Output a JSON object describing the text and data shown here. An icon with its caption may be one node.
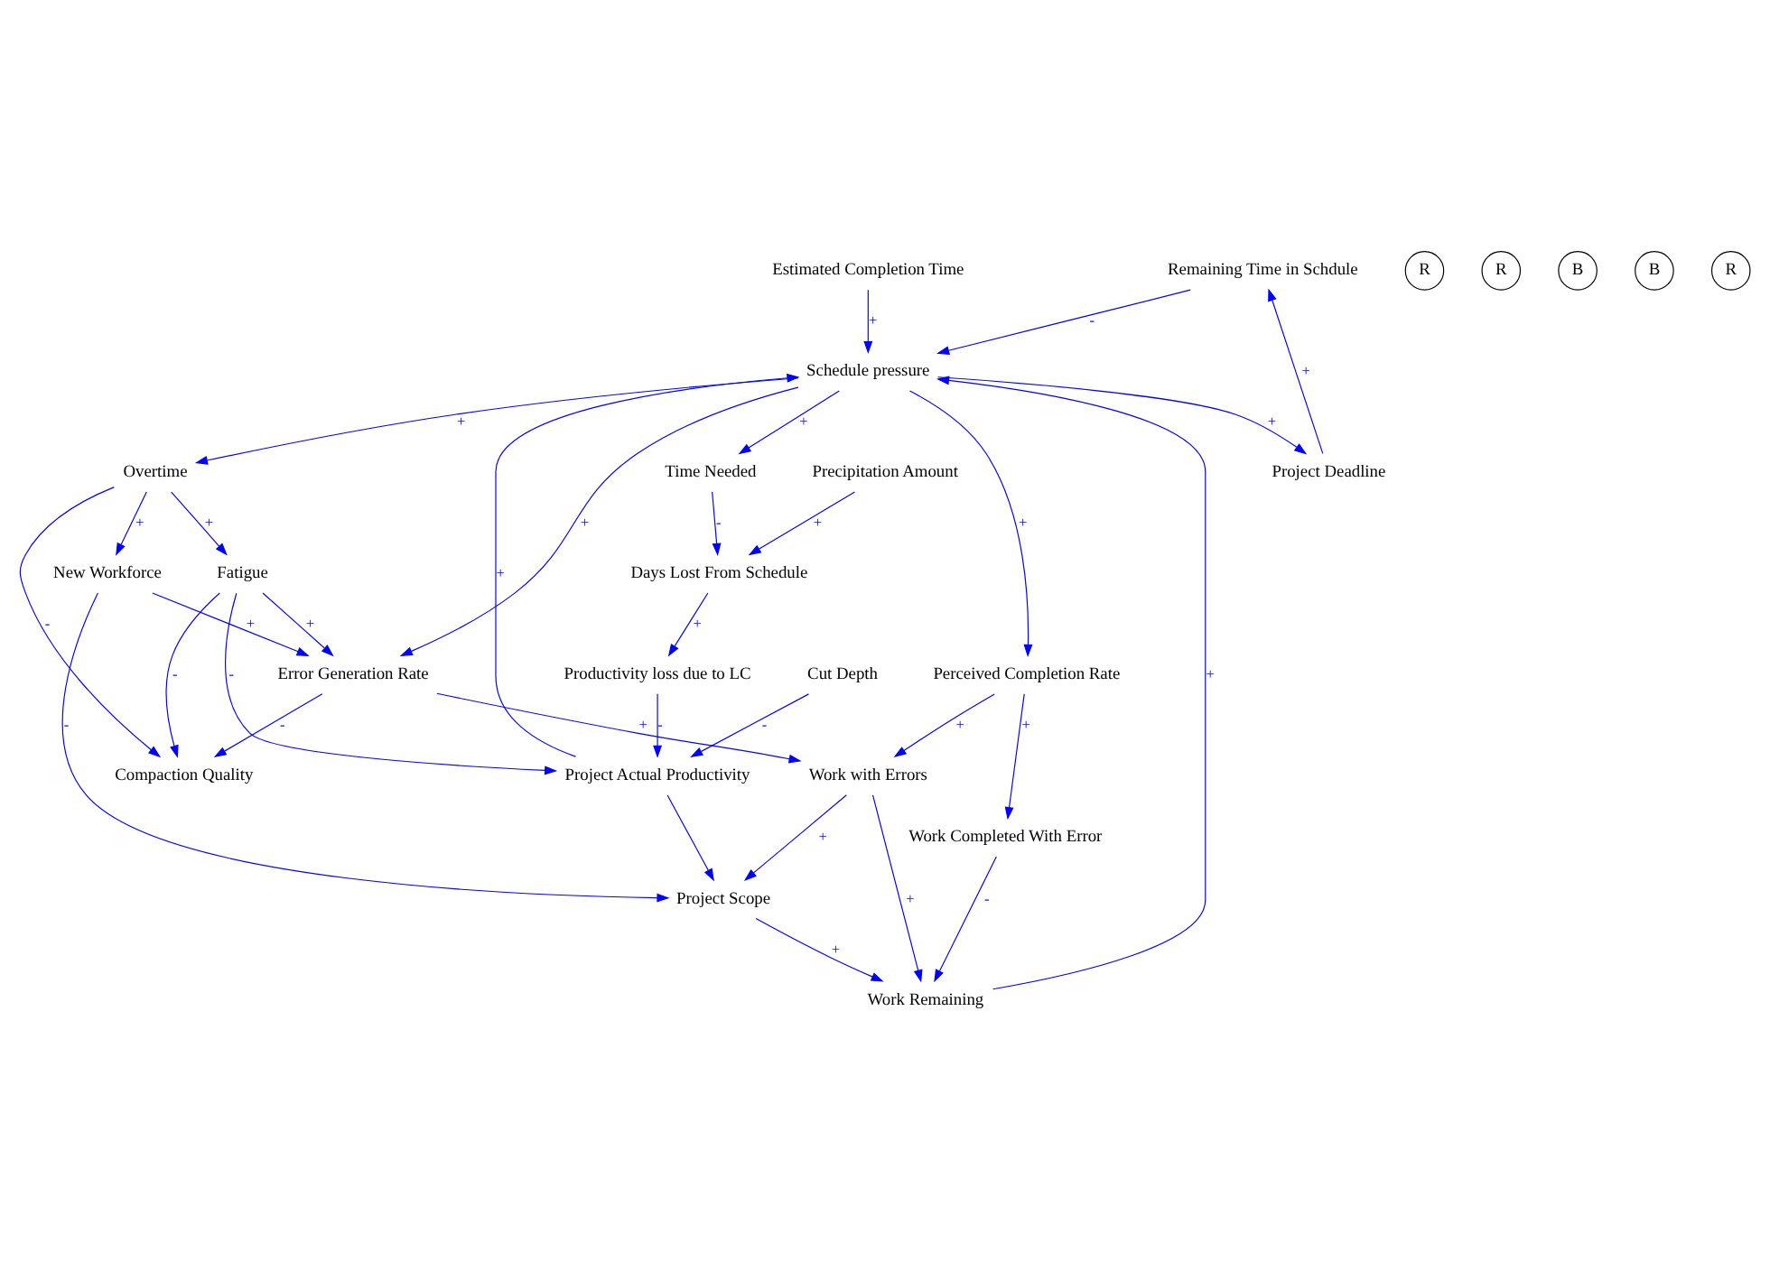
{
  "diagram": {
    "nodes": [
      {
        "text": [
          "Remaining Time in Schdule"
        ]
      },
      {
        "text": [
          "Project Deadline"
        ]
      },
      {
        "text": [
          "Time Needed"
        ]
      },
      {
        "text": [
          "Days Lost From Schedule"
        ]
      },
      {
        "text": [
          "Estimated Completion Time"
        ]
      },
      {
        "text": [
          "Precipitation Amount"
        ]
      },
      {
        "text": [
          "Productivity loss due to LC"
        ]
      },
      {
        "text": [
          "Schedule pressure"
        ]
      },
      {
        "text": [
          "Overtime"
        ]
      },
      {
        "text": [
          "Error Generation Rate"
        ]
      },
      {
        "text": [
          "Perceived Completion Rate"
        ]
      },
      {
        "text": [
          "Project Actual Productivity"
        ]
      },
      {
        "text": [
          "Fatigue"
        ]
      },
      {
        "text": [
          "Work Completed With Error"
        ]
      },
      {
        "text": [
          "Cut Depth"
        ]
      },
      {
        "text": [
          "Compaction Quality"
        ]
      },
      {
        "text": [
          "New Workforce"
        ]
      },
      {
        "text": [
          "Work Remaining"
        ]
      },
      {
        "text": [
          "Project Scope"
        ]
      },
      {
        "text": [
          "Work with Errors"
        ]
      }
    ],
    "edges": [
      {
        "from": 1,
        "to": 0,
        "arrow": "to",
        "label": "+"
      },
      {
        "from": 0,
        "to": 7,
        "arrow": "to",
        "label": "-"
      },
      {
        "from": 4,
        "to": 7,
        "arrow": "to",
        "label": "+"
      },
      {
        "from": 7,
        "to": 1,
        "arrow": "to",
        "label": "+"
      },
      {
        "from": 7,
        "to": 2,
        "arrow": "to",
        "label": "+"
      },
      {
        "from": 2,
        "to": 3,
        "arrow": "to",
        "label": "-"
      },
      {
        "from": 3,
        "to": 6,
        "arrow": "to",
        "label": "+"
      },
      {
        "from": 5,
        "to": 3,
        "arrow": "to",
        "label": "+"
      },
      {
        "from": 6,
        "to": 11,
        "arrow": "to",
        "label": "-"
      },
      {
        "from": 7,
        "to": 8,
        "arrow": "to",
        "label": "+"
      },
      {
        "from": 7,
        "to": 9,
        "arrow": "to",
        "label": "+"
      },
      {
        "from": 12,
        "to": 9,
        "arrow": "to",
        "label": "+"
      },
      {
        "from": 7,
        "to": 10,
        "arrow": "to",
        "label": "+"
      },
      {
        "from": 11,
        "to": 7,
        "arrow": "to",
        "label": "+"
      },
      {
        "from": 17,
        "to": 7,
        "arrow": "to",
        "label": "+"
      },
      {
        "from": 8,
        "to": 12,
        "arrow": "to",
        "label": "+"
      },
      {
        "from": 8,
        "to": 16,
        "arrow": "to",
        "label": "+"
      },
      {
        "from": 8,
        "to": 15,
        "arrow": "to",
        "label": "-"
      },
      {
        "from": 12,
        "to": 15,
        "arrow": "to",
        "label": "-"
      },
      {
        "from": 12,
        "to": 11,
        "arrow": "to",
        "label": "-"
      },
      {
        "from": 14,
        "to": 11,
        "arrow": "to",
        "label": "-"
      },
      {
        "from": 10,
        "to": 13,
        "arrow": "to",
        "label": "+"
      },
      {
        "from": 10,
        "to": 19,
        "arrow": "to",
        "label": "+"
      },
      {
        "from": 9,
        "to": 19,
        "arrow": "to",
        "label": "+"
      },
      {
        "from": 9,
        "to": 15,
        "arrow": "to",
        "label": "-"
      },
      {
        "from": 13,
        "to": 17,
        "arrow": "to",
        "label": "-"
      },
      {
        "from": 19,
        "to": 17,
        "arrow": "to",
        "label": "+"
      },
      {
        "from": 19,
        "to": 18,
        "arrow": "to",
        "label": "+"
      },
      {
        "from": 16,
        "to": 9,
        "arrow": "to",
        "label": "+"
      },
      {
        "from": 16,
        "to": 18,
        "arrow": "to",
        "label": "-"
      },
      {
        "from": 18,
        "to": 17,
        "arrow": "to",
        "label": "+"
      },
      {
        "from": 11,
        "to": 18,
        "arrow": "to"
      }
    ],
    "labels": [
      "R",
      "R",
      "B",
      "B",
      "R"
    ]
  }
}
